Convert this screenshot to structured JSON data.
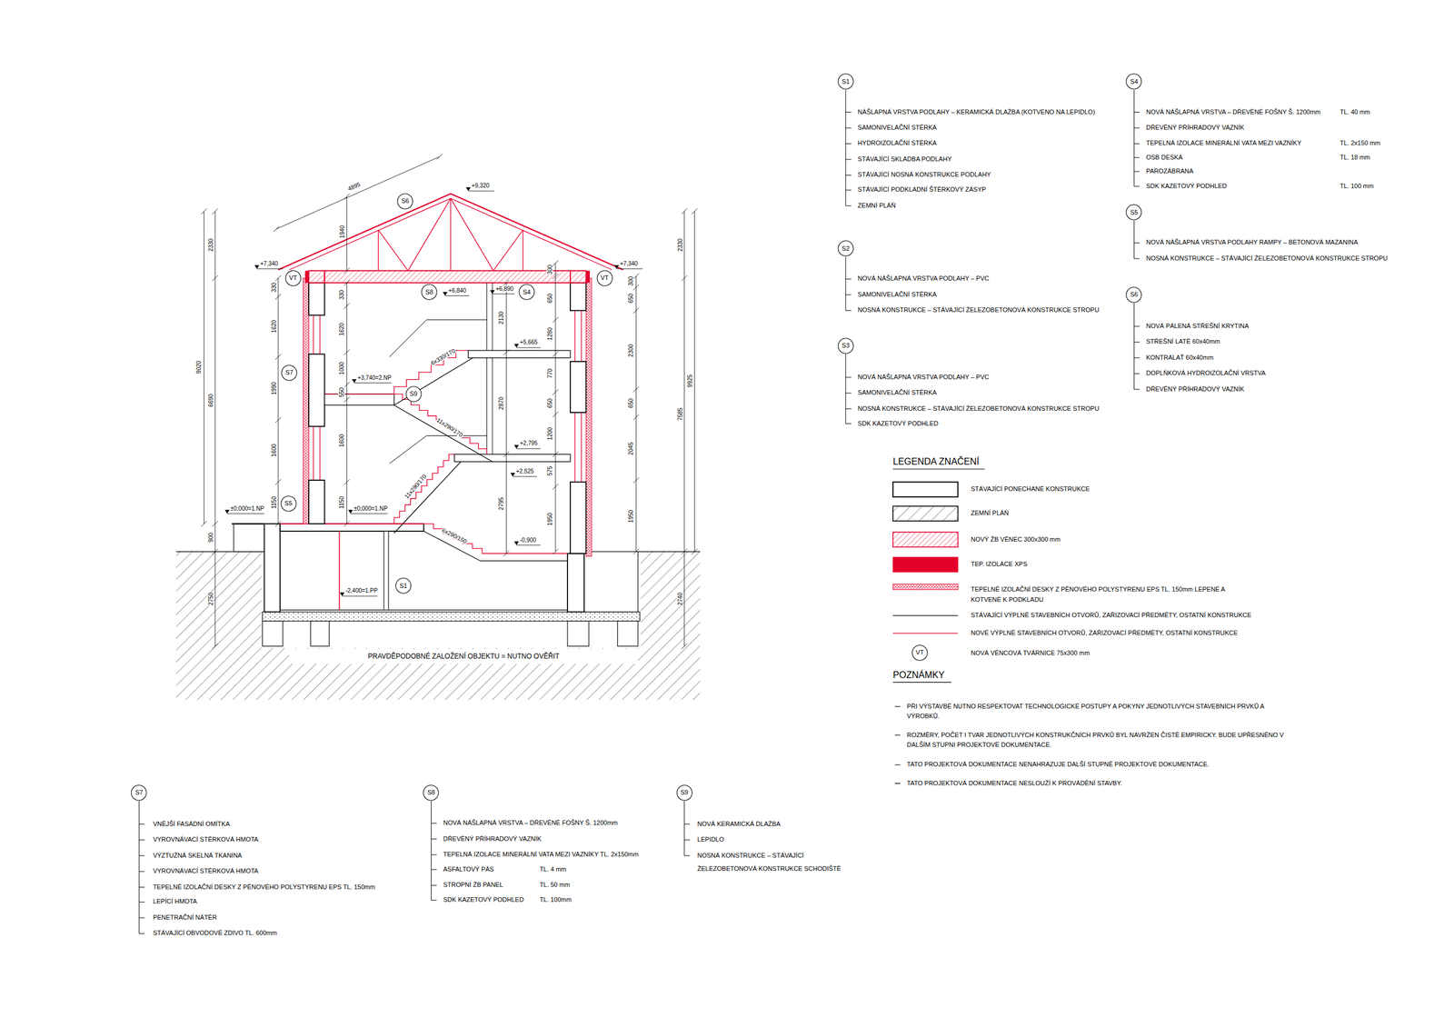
{
  "diagram": {
    "nodes": [
      {
        "text": [
          "S6"
        ]
      },
      {
        "text": [
          "VT"
        ]
      },
      {
        "text": [
          "S8"
        ]
      },
      {
        "text": [
          "S4"
        ]
      },
      {
        "text": [
          "VT"
        ]
      },
      {
        "text": [
          "S7"
        ]
      },
      {
        "text": [
          "S9"
        ]
      },
      {
        "text": [
          "S5"
        ]
      },
      {
        "text": [
          "S1"
        ]
      },
      {
        "text": [
          "S1"
        ]
      },
      {
        "text": [
          "S4"
        ]
      },
      {
        "text": [
          "S5"
        ]
      },
      {
        "text": [
          "S2"
        ]
      },
      {
        "text": [
          "S6"
        ]
      },
      {
        "text": [
          "S3"
        ]
      },
      {
        "text": [
          "VT"
        ]
      },
      {
        "text": [
          "S7"
        ]
      },
      {
        "text": [
          "S8"
        ]
      },
      {
        "text": [
          "S9"
        ]
      }
    ],
    "labels": [
      "4895",
      "+9,320",
      "1940",
      "2330",
      "9020",
      "6690",
      "900",
      "2750",
      "330",
      "1620",
      "1990",
      "1600",
      "1150",
      "+7,340",
      "+7,340",
      "330",
      "1620",
      "1000",
      "550",
      "1600",
      "1150",
      "2130",
      "2870",
      "2795",
      "300",
      "650",
      "1280",
      "770",
      "650",
      "1200",
      "575",
      "1950",
      "300",
      "650",
      "2300",
      "650",
      "2045",
      "1950",
      "2330",
      "9925",
      "7585",
      "2740",
      "+6,840",
      "+6,890",
      "+5,665",
      "+3,740=2.NP",
      "+2,795",
      "+2,525",
      "±0,000=1.NP",
      "±0,000=1.NP",
      "-0,900",
      "-2,400=1.PP",
      "6x330/170",
      "11x290/170",
      "11x290/170",
      "6x290/150",
      "PRAVDĚPODOBNÉ ZALOŽENÍ OBJEKTU = NUTNO OVĚŘIT",
      "NÁŠLAPNÁ VRSTVA PODLAHY – KERAMICKÁ DLAŽBA (KOTVENO NA LEPIDLO)",
      "SAMONIVELAČNÍ STĚRKA",
      "HYDROIZOLAČNÍ STĚRKA",
      "STÁVAJÍCÍ SKLADBA PODLAHY",
      "STÁVAJÍCÍ NOSNÁ KONSTRUKCE PODLAHY",
      "STÁVAJÍCÍ PODKLADNÍ ŠTĚRKOVÝ ZÁSYP",
      "ZEMNÍ PLÁŇ",
      "NOVÁ NÁŠLAPNÁ VRSTVA PODLAHY – PVC",
      "SAMONIVELAČNÍ STĚRKA",
      "NOSNÁ KONSTRUKCE – STÁVAJÍCÍ ŽELEZOBETONOVÁ KONSTRUKCE STROPU",
      "NOVÁ NÁŠLAPNÁ VRSTVA PODLAHY – PVC",
      "SAMONIVELAČNÍ STĚRKA",
      "NOSNÁ KONSTRUKCE – STÁVAJÍCÍ ŽELEZOBETONOVÁ KONSTRUKCE STROPU",
      "SDK KAZETOVÝ PODHLED",
      "NOVÁ NÁŠLAPNÁ VRSTVA – DŘEVĚNÉ FOŠNY Š. 1200mm",
      "TL. 40 mm",
      "DŘEVĚNÝ PŘÍHRADOVÝ VAZNÍK",
      "TEPELNÁ IZOLACE MINERÁLNÍ VATA MEZI VAZNÍKY",
      "TL. 2x150 mm",
      "OSB DESKA",
      "TL. 18 mm",
      "PAROZÁBRANA",
      "SDK KAZETOVÝ PODHLED",
      "TL. 100 mm",
      "NOVÁ NÁŠLAPNÁ VRSTVA PODLAHY RAMPY – BETONOVÁ MAZANINA",
      "NOSNÁ KONSTRUKCE – STÁVAJÍCÍ ŽELEZOBETONOVÁ KONSTRUKCE STROPU",
      "NOVÁ PÁLENÁ STŘEŠNÍ KRYTINA",
      "STŘEŠNÍ LATĚ 60x40mm",
      "KONTRALAŤ 60x40mm",
      "DOPLŇKOVÁ HYDROIZOLAČNÍ VRSTVA",
      "DŘEVĚNÝ PŘÍHRADOVÝ VAZNÍK",
      "VNĚJŠÍ FASÁDNÍ OMÍTKA",
      "VYROVNÁVACÍ STĚRKOVÁ HMOTA",
      "VÝZTUŽNÁ SKELNÁ TKANINA",
      "VYROVNÁVACÍ STĚRKOVÁ HMOTA",
      "TEPELNĚ IZOLAČNÍ DESKY Z PĚNOVÉHO POLYSTYRENU EPS TL. 150mm",
      "LEPÍCÍ HMOTA",
      "PENETRAČNÍ NÁTĚR",
      "STÁVAJÍCÍ OBVODOVÉ ZDIVO TL. 600mm",
      "NOVÁ NÁŠLAPNÁ VRSTVA – DŘEVĚNÉ FOŠNY Š. 1200mm",
      "DŘEVĚNÝ PŘÍHRADOVÝ VAZNÍK",
      "TEPELNÁ IZOLACE MINERÁLNÍ VATA MEZI VAZNÍKY TL. 2x150mm",
      "ASFALTOVÝ PÁS",
      "TL. 4 mm",
      "STROPNÍ ŽB PANEL",
      "TL. 50 mm",
      "SDK KAZETOVÝ PODHLED",
      "TL. 100mm",
      "NOVÁ KERAMICKÁ DLAŽBA",
      "LEPIDLO",
      "NOSNÁ KONSTRUKCE – STÁVAJÍCÍ ŽELEZOBETONOVÁ KONSTRUKCE SCHODIŠTĚ",
      "LEGENDA ZNAČENÍ",
      "POZNÁMKY",
      "PŘI VÝSTAVBĚ NUTNO RESPEKTOVAT TECHNOLOGICKÉ POSTUPY A POKYNY JEDNOTLIVÝCH STAVEBNÍCH PRVKŮ A VÝROBKŮ.",
      "ROZMĚRY, POČET I TVAR JEDNOTLIVÝCH KONSTRUKČNÍCH PRVKŮ BYL NAVRŽEN ČISTĚ EMPIRICKY. BUDE UPŘESNĚNO V DALŠÍM STUPNI PROJEKTOVÉ DOKUMENTACE.",
      "TATO PROJEKTOVÁ DOKUMENTACE NENAHRAZUJE DALŠÍ STUPNĚ PROJEKTOVÉ DOKUMENTACE.",
      "TATO PROJEKTOVÁ DOKUMENTACE NESLOUŽÍ K PROVÁDĚNÍ STAVBY."
    ],
    "legend": [
      {
        "text": "STÁVAJÍCÍ PONECHANÉ KONSTRUKCE"
      },
      {
        "text": "ZEMNÍ PLÁŇ"
      },
      {
        "text": "NOVÝ ŽB VĚNEC 300x300 mm"
      },
      {
        "text": "TEP. IZOLACE XPS",
        "color": "#e4002b"
      },
      {
        "text": "TEPELNĚ IZOLAČNÍ DESKY Z PĚNOVÉHO POLYSTYRENU EPS TL. 150mm LEPENÉ A KOTVENÉ K PODKLADU"
      },
      {
        "text": "STÁVAJÍCÍ VÝPLNĚ STAVEBNÍCH OTVORŮ, ZAŘIZOVACÍ PŘEDMĚTY, OSTATNÍ KONSTRUKCE"
      },
      {
        "text": "NOVÉ VÝPLNĚ STAVEBNÍCH OTVORŮ, ZAŘIZOVACÍ PŘEDMĚTY, OSTATNÍ KONSTRUKCE"
      },
      {
        "text": "NOVÁ VĚNCOVÁ TVÁRNICE 75x300 mm"
      }
    ]
  }
}
